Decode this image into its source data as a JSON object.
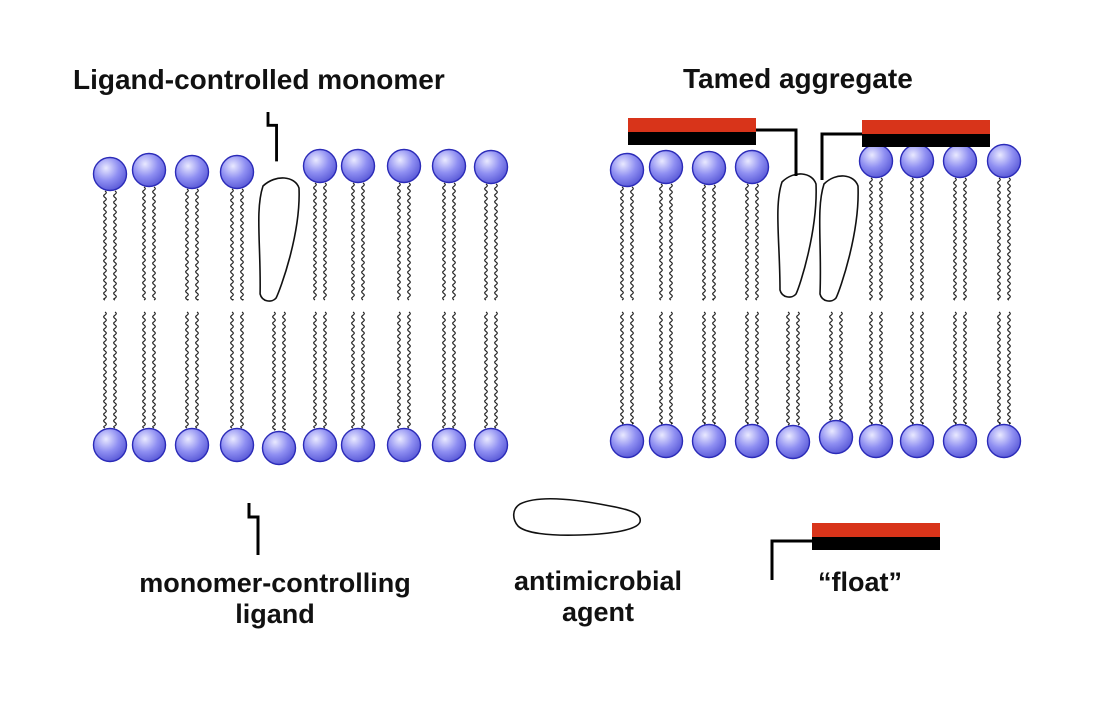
{
  "panels": {
    "left_title": "Ligand-controlled monomer",
    "right_title": "Tamed aggregate"
  },
  "legend": {
    "ligand_label": [
      "monomer-controlling",
      "ligand"
    ],
    "agent_label": [
      "antimicrobial",
      "agent"
    ],
    "float_label": "“float”"
  },
  "colors": {
    "head_fill": "#8f8ff2",
    "head_highlight": "#e9e9ff",
    "head_stroke": "#2b2bb8",
    "float_red": "#d8341a",
    "float_black": "#000000",
    "tail": "#222222"
  }
}
